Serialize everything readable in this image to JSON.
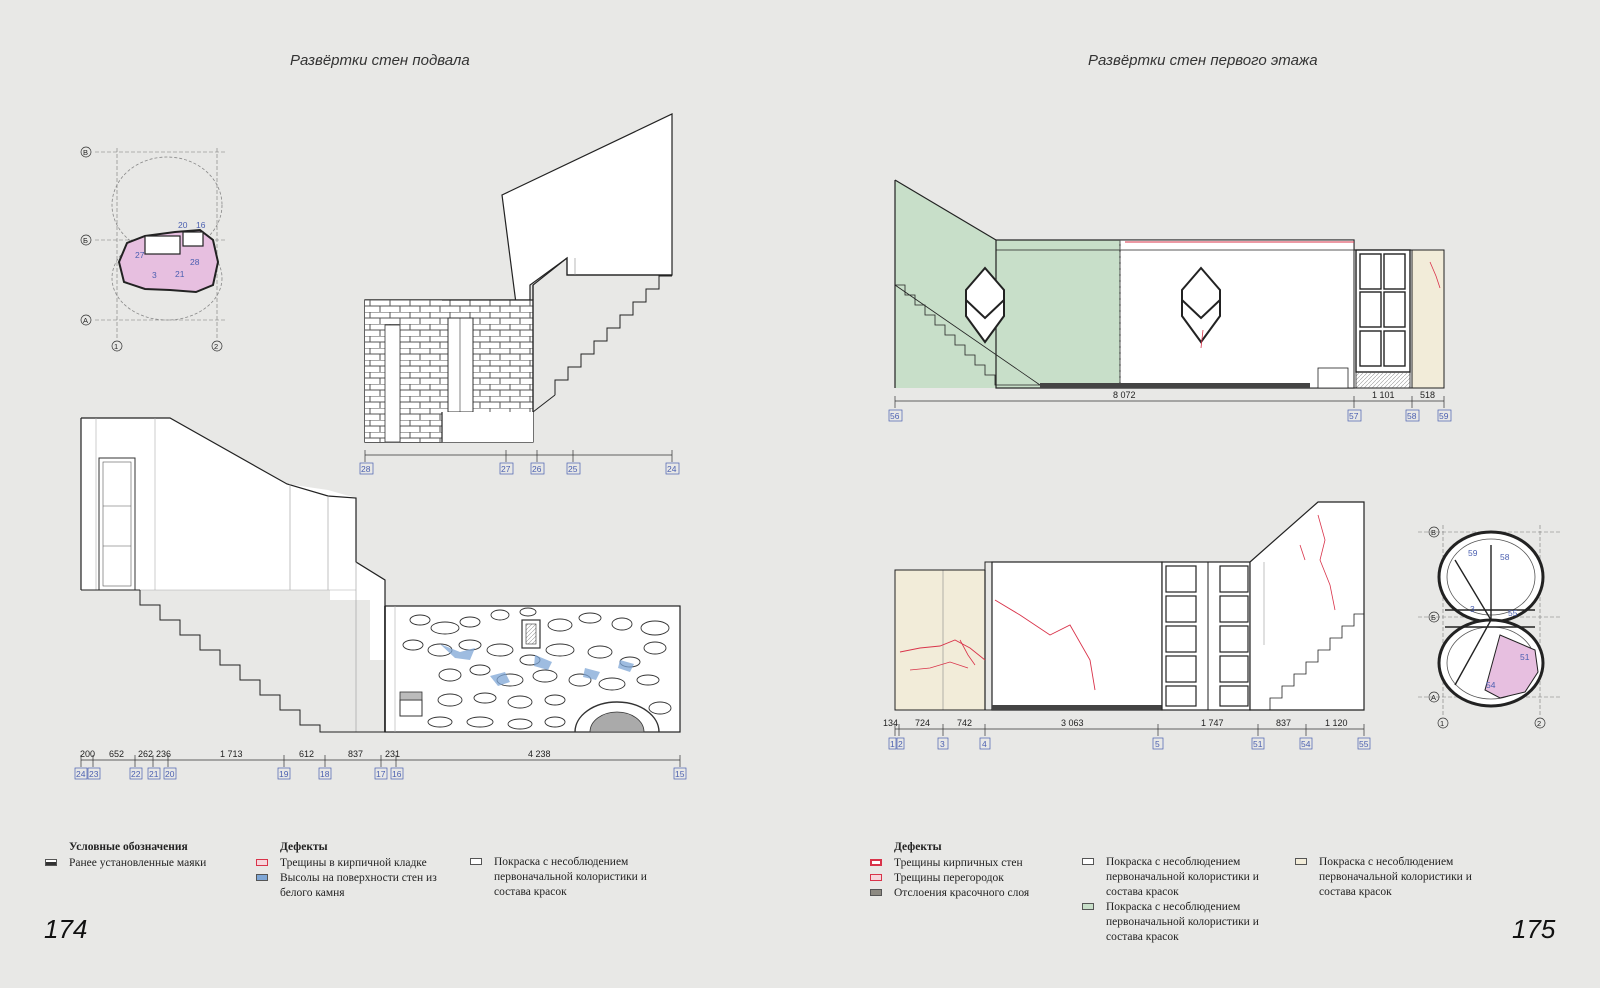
{
  "left_page": {
    "title": "Развёртки стен подвала",
    "page_number": "174",
    "dims_top": [
      "28",
      "27",
      "26",
      "25",
      "24"
    ],
    "dims_bottom_values": [
      "200",
      "652",
      "262",
      "236",
      "1 713",
      "612",
      "837",
      "231",
      "4 238"
    ],
    "dims_bottom_axes": [
      "24",
      "23",
      "22",
      "21",
      "20",
      "19",
      "18",
      "17",
      "16",
      "15"
    ],
    "key_plan_axes": [
      "В",
      "Б",
      "А",
      "1",
      "2"
    ],
    "legend_main": {
      "header": "Условные обозначения",
      "items": [
        "Ранее установленные маяки"
      ]
    },
    "legend_defects": {
      "header": "Дефекты",
      "items": [
        "Трещины в кирпичной кладке",
        "Высолы на поверхности стен из белого камня"
      ]
    },
    "legend_paint": {
      "items": [
        "Покраска с несоблюдением первоначальной колористики и состава красок"
      ]
    }
  },
  "right_page": {
    "title": "Развёртки стен первого этажа",
    "page_number": "175",
    "dims_top_values": [
      "8 072",
      "1 101",
      "518"
    ],
    "dims_top_axes": [
      "56",
      "57",
      "58",
      "59"
    ],
    "dims_bottom_values": [
      "134",
      "724",
      "742",
      "3 063",
      "1 747",
      "837",
      "1 120"
    ],
    "dims_bottom_axes": [
      "1",
      "2",
      "3",
      "4",
      "5",
      "51",
      "54",
      "55"
    ],
    "key_plan_axes": [
      "В",
      "Б",
      "А",
      "1",
      "2"
    ],
    "legend_defects": {
      "header": "Дефекты",
      "items": [
        "Трещины кирпичных стен",
        "Трещины перегородок",
        "Отслоения красочного слоя"
      ]
    },
    "legend_paint_white": {
      "items": [
        "Покраска с несоблюдением первоначальной колористики и состава красок"
      ]
    },
    "legend_paint_green": {
      "items": [
        "Покраска с несоблюдением первоначальной колористики и состава красок"
      ]
    },
    "legend_paint_beige": {
      "items": [
        "Покраска с несоблюдением первоначальной колористики и состава красок"
      ]
    }
  },
  "colors": {
    "background": "#e8e8e6",
    "wall": "#ffffff",
    "green_paint": "#c8dfc9",
    "beige_paint": "#f2ecd9",
    "crack_red": "#d9334a",
    "efflorescence_blue": "#7ea6d6",
    "axis_blue": "#4a5fb0",
    "plan_pink": "#e7bfe0"
  }
}
